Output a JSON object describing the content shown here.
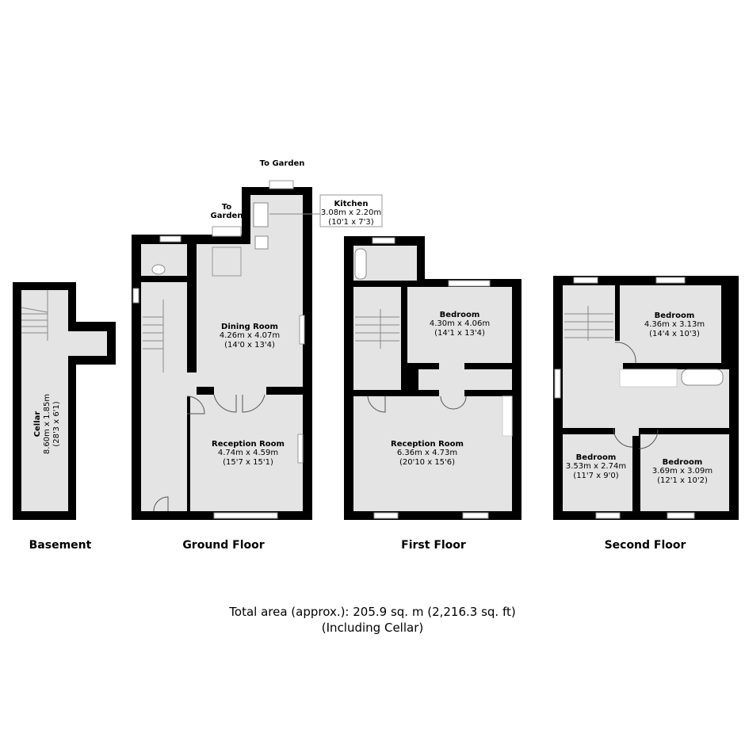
{
  "floors": {
    "basement": {
      "label": "Basement",
      "rooms": [
        {
          "name": "Cellar",
          "metric": "8.60m x 1.85m",
          "imperial": "(28'3 x 6'1)"
        }
      ]
    },
    "ground": {
      "label": "Ground Floor",
      "garden_left": [
        "To",
        "Garden"
      ],
      "garden_top": "To Garden",
      "rooms": [
        {
          "name": "Kitchen",
          "metric": "3.08m x 2.20m",
          "imperial": "(10'1 x 7'3)"
        },
        {
          "name": "Dining Room",
          "metric": "4.26m x 4.07m",
          "imperial": "(14'0 x 13'4)"
        },
        {
          "name": "Reception Room",
          "metric": "4.74m x 4.59m",
          "imperial": "(15'7 x 15'1)"
        }
      ]
    },
    "first": {
      "label": "First Floor",
      "rooms": [
        {
          "name": "Bedroom",
          "metric": "4.30m x 4.06m",
          "imperial": "(14'1 x 13'4)"
        },
        {
          "name": "Reception Room",
          "metric": "6.36m x 4.73m",
          "imperial": "(20'10 x 15'6)"
        }
      ]
    },
    "second": {
      "label": "Second Floor",
      "rooms": [
        {
          "name": "Bedroom",
          "metric": "4.36m x 3.13m",
          "imperial": "(14'4 x 10'3)"
        },
        {
          "name": "Bedroom",
          "metric": "3.53m x 2.74m",
          "imperial": "(11'7 x 9'0)"
        },
        {
          "name": "Bedroom",
          "metric": "3.69m x 3.09m",
          "imperial": "(12'1 x 10'2)"
        }
      ]
    }
  },
  "total": {
    "line1": "Total area (approx.): 205.9 sq. m (2,216.3 sq. ft)",
    "line2": "(Including Cellar)"
  }
}
